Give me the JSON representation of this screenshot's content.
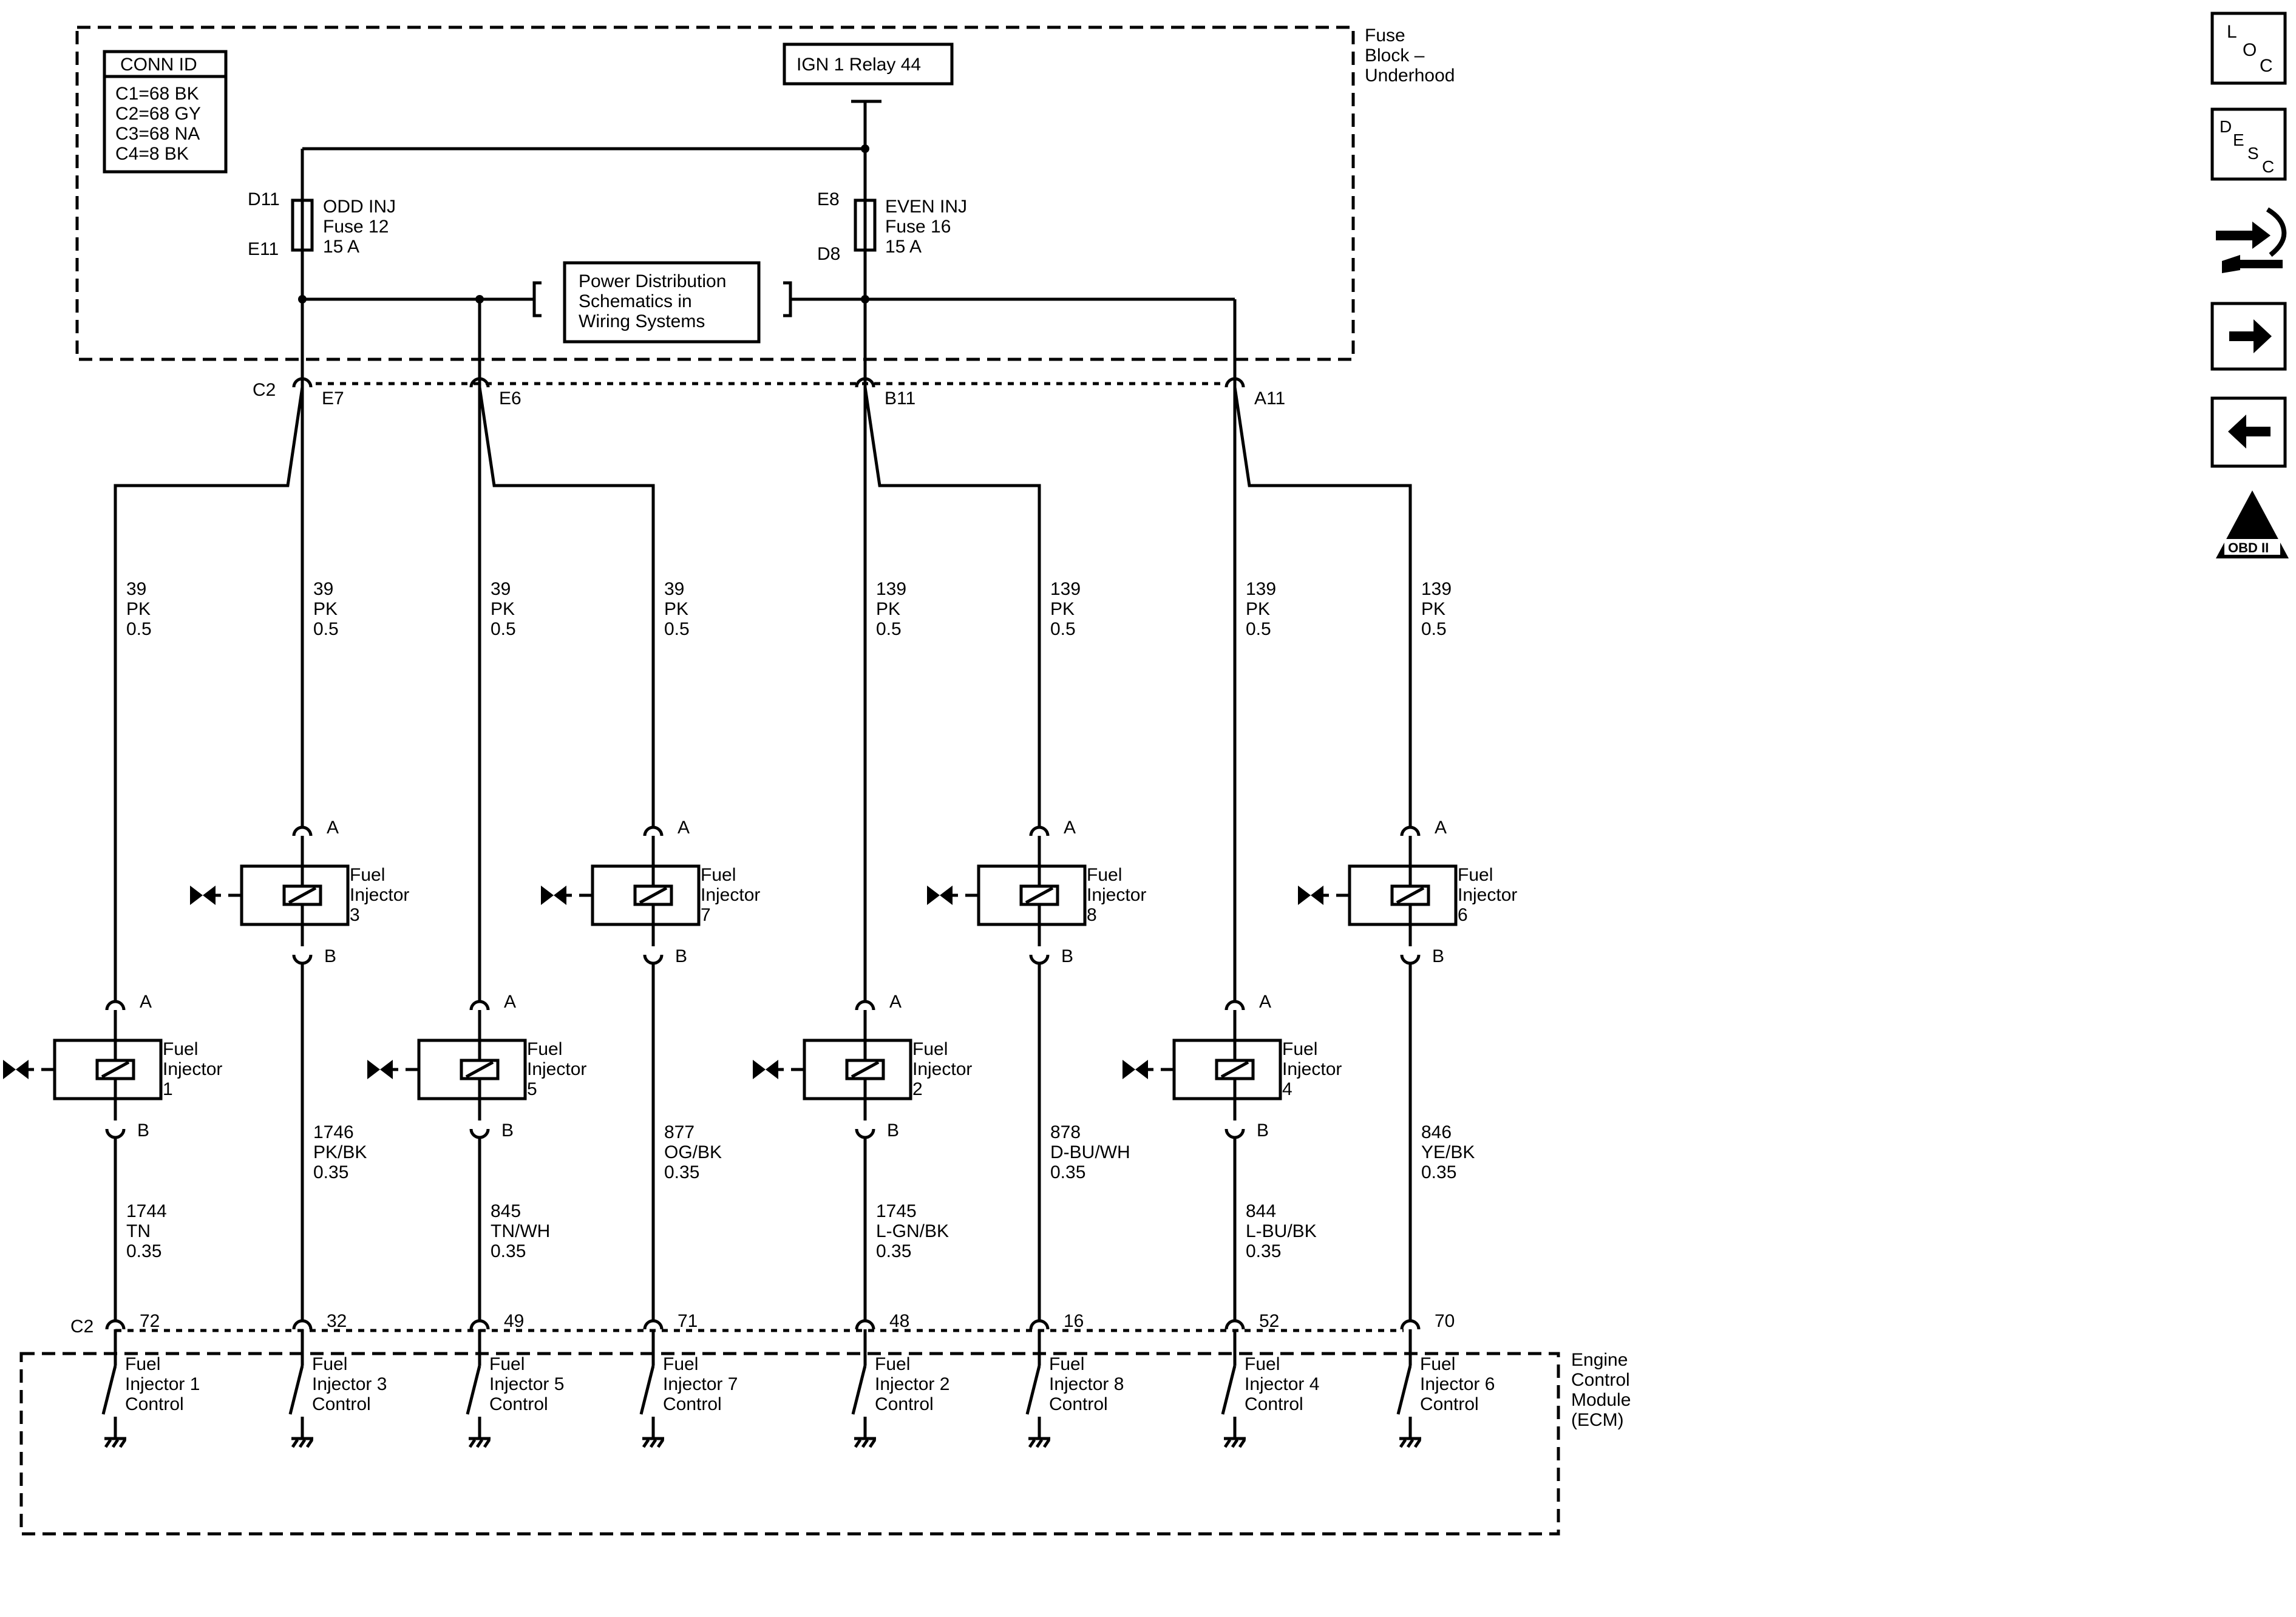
{
  "fuse_block": {
    "title": [
      "Fuse",
      "Block –",
      "Underhood"
    ],
    "conn_id": {
      "header": "CONN ID",
      "lines": [
        "C1=68 BK",
        "C2=68 GY",
        "C3=68 NA",
        "C4=8 BK"
      ]
    },
    "relay": "IGN 1 Relay 44",
    "fuse_odd": {
      "top_pin": "D11",
      "bottom_pin": "E11",
      "lines": [
        "ODD INJ",
        "Fuse 12",
        "15 A"
      ]
    },
    "fuse_even": {
      "top_pin": "E8",
      "bottom_pin": "D8",
      "lines": [
        "EVEN INJ",
        "Fuse 16",
        "15 A"
      ]
    },
    "power_dist": [
      "Power Distribution",
      "Schematics in",
      "Wiring Systems"
    ]
  },
  "connector_top": {
    "name": "C2",
    "pins": [
      "E7",
      "E6",
      "B11",
      "A11"
    ]
  },
  "feed_wires": [
    {
      "circuit": "39",
      "color": "PK",
      "gauge": "0.5"
    },
    {
      "circuit": "39",
      "color": "PK",
      "gauge": "0.5"
    },
    {
      "circuit": "39",
      "color": "PK",
      "gauge": "0.5"
    },
    {
      "circuit": "39",
      "color": "PK",
      "gauge": "0.5"
    },
    {
      "circuit": "139",
      "color": "PK",
      "gauge": "0.5"
    },
    {
      "circuit": "139",
      "color": "PK",
      "gauge": "0.5"
    },
    {
      "circuit": "139",
      "color": "PK",
      "gauge": "0.5"
    },
    {
      "circuit": "139",
      "color": "PK",
      "gauge": "0.5"
    }
  ],
  "injectors": [
    {
      "label": [
        "Fuel",
        "Injector",
        "1"
      ],
      "pin_a": "A",
      "pin_b": "B"
    },
    {
      "label": [
        "Fuel",
        "Injector",
        "3"
      ],
      "pin_a": "A",
      "pin_b": "B"
    },
    {
      "label": [
        "Fuel",
        "Injector",
        "5"
      ],
      "pin_a": "A",
      "pin_b": "B"
    },
    {
      "label": [
        "Fuel",
        "Injector",
        "7"
      ],
      "pin_a": "A",
      "pin_b": "B"
    },
    {
      "label": [
        "Fuel",
        "Injector",
        "2"
      ],
      "pin_a": "A",
      "pin_b": "B"
    },
    {
      "label": [
        "Fuel",
        "Injector",
        "8"
      ],
      "pin_a": "A",
      "pin_b": "B"
    },
    {
      "label": [
        "Fuel",
        "Injector",
        "4"
      ],
      "pin_a": "A",
      "pin_b": "B"
    },
    {
      "label": [
        "Fuel",
        "Injector",
        "6"
      ],
      "pin_a": "A",
      "pin_b": "B"
    }
  ],
  "control_wires": [
    {
      "circuit": "1744",
      "color": "TN",
      "gauge": "0.35"
    },
    {
      "circuit": "1746",
      "color": "PK/BK",
      "gauge": "0.35"
    },
    {
      "circuit": "845",
      "color": "TN/WH",
      "gauge": "0.35"
    },
    {
      "circuit": "877",
      "color": "OG/BK",
      "gauge": "0.35"
    },
    {
      "circuit": "1745",
      "color": "L-GN/BK",
      "gauge": "0.35"
    },
    {
      "circuit": "878",
      "color": "D-BU/WH",
      "gauge": "0.35"
    },
    {
      "circuit": "844",
      "color": "L-BU/BK",
      "gauge": "0.35"
    },
    {
      "circuit": "846",
      "color": "YE/BK",
      "gauge": "0.35"
    }
  ],
  "connector_bottom": {
    "name": "C2",
    "pins": [
      "72",
      "32",
      "49",
      "71",
      "48",
      "16",
      "52",
      "70"
    ]
  },
  "ecm": {
    "title": [
      "Engine",
      "Control",
      "Module",
      "(ECM)"
    ],
    "drivers": [
      [
        "Fuel",
        "Injector 1",
        "Control"
      ],
      [
        "Fuel",
        "Injector 3",
        "Control"
      ],
      [
        "Fuel",
        "Injector 5",
        "Control"
      ],
      [
        "Fuel",
        "Injector 7",
        "Control"
      ],
      [
        "Fuel",
        "Injector 2",
        "Control"
      ],
      [
        "Fuel",
        "Injector 8",
        "Control"
      ],
      [
        "Fuel",
        "Injector 4",
        "Control"
      ],
      [
        "Fuel",
        "Injector 6",
        "Control"
      ]
    ]
  },
  "side_nav": {
    "loc": [
      "L",
      "O",
      "C"
    ],
    "desc": [
      "D",
      "E",
      "S",
      "C"
    ],
    "obd": "OBD II",
    "obd_mark": "II",
    "icons": [
      "diagnostic-tool-icon",
      "next-arrow-icon",
      "previous-arrow-icon",
      "obd-ii-icon"
    ]
  }
}
